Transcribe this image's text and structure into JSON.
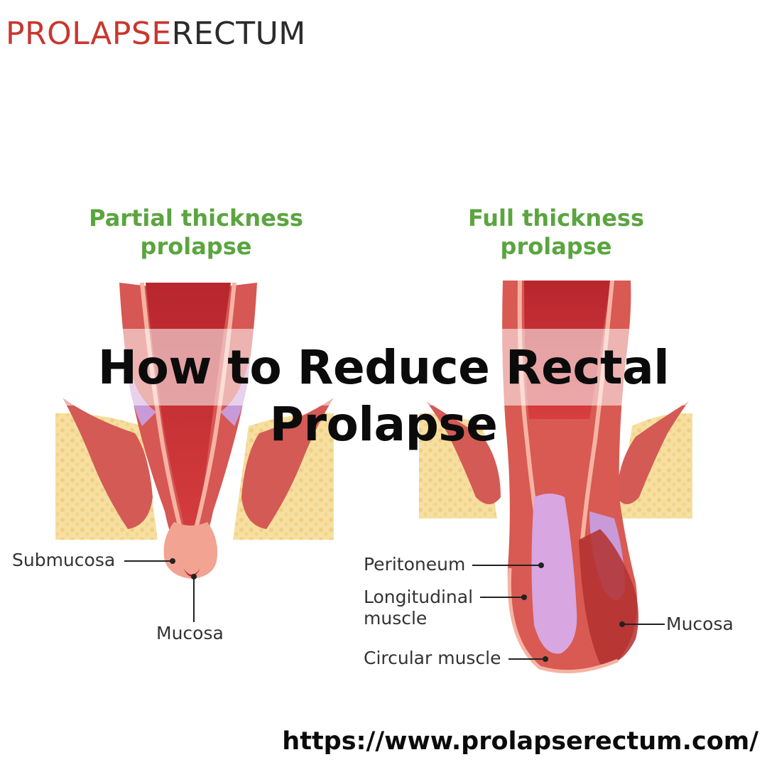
{
  "logo": {
    "part1": "PROLAPSE",
    "part2": "RECTUM"
  },
  "diagrams": {
    "left": {
      "title_line1": "Partial thickness",
      "title_line2": "prolapse"
    },
    "right": {
      "title_line1": "Full thickness",
      "title_line2": "prolapse"
    }
  },
  "labels": {
    "submucosa": "Submucosa",
    "mucosa_left": "Mucosa",
    "peritoneum": "Peritoneum",
    "longitudinal_line1": "Longitudinal",
    "longitudinal_line2": "muscle",
    "circular_muscle": "Circular muscle",
    "mucosa_right": "Mucosa"
  },
  "headline": "How to Reduce Rectal Prolapse",
  "url": "https://www.prolapserectum.com/",
  "colors": {
    "brand_red": "#c8372f",
    "title_green": "#5aa53f",
    "tissue_red": "#c6393b",
    "tissue_light": "#e0665f",
    "mucosa_pink": "#f2a090",
    "fat_yellow": "#f4dc9a",
    "peritoneum_purple": "#c99ad8"
  }
}
